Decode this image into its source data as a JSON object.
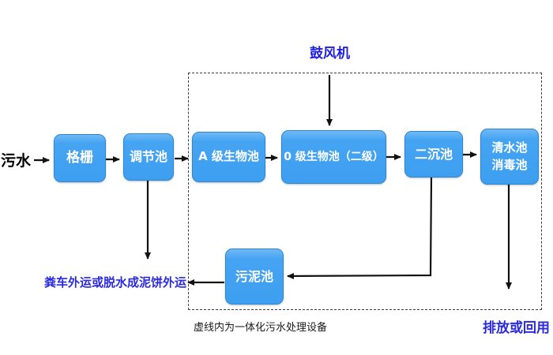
{
  "diagram": {
    "type": "flowchart",
    "subject": "integrated sewage treatment process"
  },
  "labels": {
    "influent": "污水",
    "blower": "鼓风机",
    "sludge_out": "粪车外运或脱水成泥饼外运",
    "discharge": "排放或回用",
    "dashed_caption": "虚线内为一体化污水处理设备"
  },
  "boxes": {
    "grating": "格栅",
    "regulating": "调节池",
    "a_tank": "A 级生物池",
    "o_tank": "0 级生物池（二级）",
    "sedimentation": "二沉池",
    "clearwater_line1": "清水池",
    "clearwater_line2": "消毒池",
    "sludge": "污泥池"
  },
  "edges": [
    {
      "from": "influent",
      "to": "grating"
    },
    {
      "from": "grating",
      "to": "regulating"
    },
    {
      "from": "regulating",
      "to": "a_tank"
    },
    {
      "from": "regulating",
      "to": "sludge_out"
    },
    {
      "from": "a_tank",
      "to": "o_tank"
    },
    {
      "from": "blower",
      "to": "o_tank"
    },
    {
      "from": "o_tank",
      "to": "sedimentation"
    },
    {
      "from": "sedimentation",
      "to": "clearwater"
    },
    {
      "from": "sedimentation",
      "to": "sludge"
    },
    {
      "from": "sludge",
      "to": "sludge_out"
    },
    {
      "from": "clearwater",
      "to": "discharge"
    }
  ],
  "colors": {
    "box_fill": "#3e9ef0",
    "box_fill_highlight": "#6fb9f6",
    "box_border": "#2e86d0",
    "box_text": "#ffffff",
    "blue_label": "#2121e0",
    "black_label": "#111111",
    "arrow": "#111111",
    "dashed_border": "#3c3c3c",
    "background": "#ffffff"
  }
}
